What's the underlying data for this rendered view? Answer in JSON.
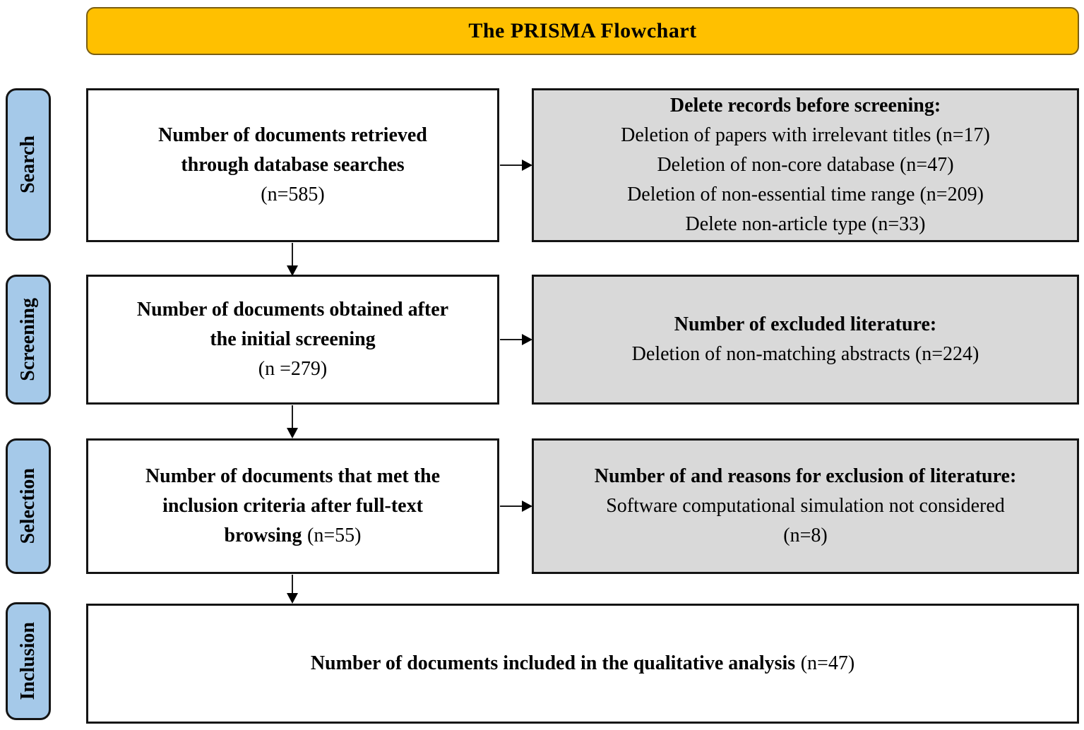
{
  "header": {
    "title": "The PRISMA Flowchart"
  },
  "stages": [
    {
      "label": "Search"
    },
    {
      "label": "Screening"
    },
    {
      "label": "Selection"
    },
    {
      "label": "Inclusion"
    }
  ],
  "main_boxes": {
    "retrieved": {
      "line1": "Number of documents retrieved",
      "line2": "through database searches",
      "count": "(n=585)"
    },
    "screened": {
      "line1": "Number of documents obtained after",
      "line2": "the initial screening",
      "count": "(n =279)"
    },
    "selected": {
      "line1": "Number of documents that met the",
      "line2": "inclusion criteria after full-text",
      "line3_bold": "browsing",
      "line3_count": "(n=55)"
    },
    "included": {
      "text": "Number of documents included in the qualitative analysis",
      "count": "(n=47)"
    }
  },
  "exclusion_boxes": {
    "before_screening": {
      "heading": "Delete records before screening:",
      "items": [
        "Deletion of papers with irrelevant titles (n=17)",
        "Deletion of non-core database (n=47)",
        "Deletion of non-essential time range (n=209)",
        "Delete non-article type (n=33)"
      ]
    },
    "abstract_screening": {
      "heading": "Number of excluded literature:",
      "items": [
        "Deletion of  non-matching abstracts (n=224)"
      ]
    },
    "full_text": {
      "heading": "Number of and reasons for exclusion of literature:",
      "items": [
        "Software computational simulation not considered",
        "(n=8)"
      ]
    }
  },
  "colors": {
    "header_fill": "#FFC000",
    "stage_fill": "#A5C9E9",
    "exclusion_fill": "#D9D9D9",
    "border": "#141414"
  }
}
